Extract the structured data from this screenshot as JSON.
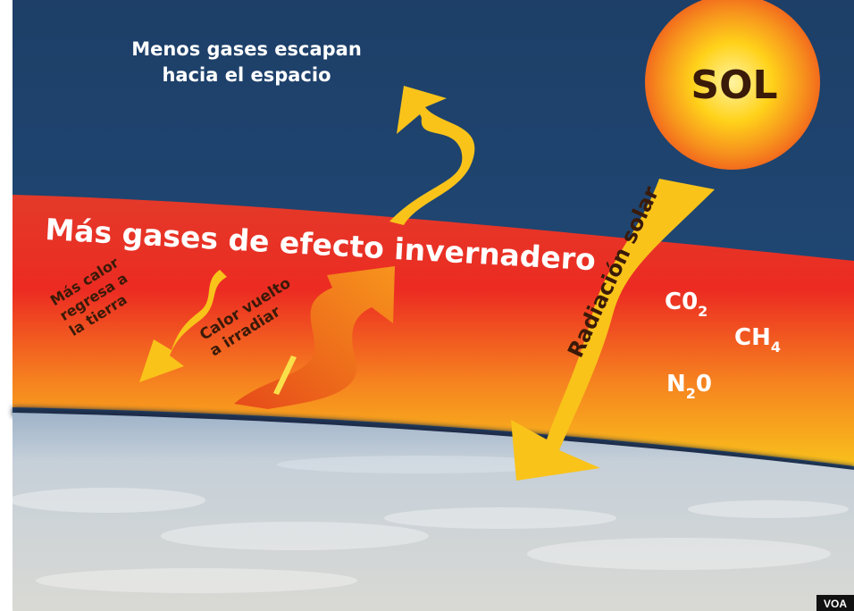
{
  "top_note": {
    "line1": "Menos gases escapan",
    "line2": "hacia el espacio"
  },
  "sun": {
    "label": "SOL"
  },
  "band_title": "Más gases de efecto invernadero",
  "solar_label": "Radiación solar",
  "return_label": {
    "line1": "Más calor",
    "line2": "regresa a",
    "line3": "la tierra"
  },
  "reradiate_label": {
    "line1": "Calor vuelto",
    "line2": "a irradiar"
  },
  "gases": [
    {
      "base": "C0",
      "sub": "2"
    },
    {
      "base": "CH",
      "sub": "4"
    },
    {
      "base": "N",
      "sub": "2",
      "tail": "0"
    }
  ],
  "badge": "VOA",
  "colors": {
    "sky": "#1f4a78",
    "band_red": "#e8281e",
    "band_orange": "#f7941d",
    "arrow_yellow": "#f9c31a",
    "arrow_orange": "#f26b1d",
    "sun_core": "#ffd200"
  }
}
